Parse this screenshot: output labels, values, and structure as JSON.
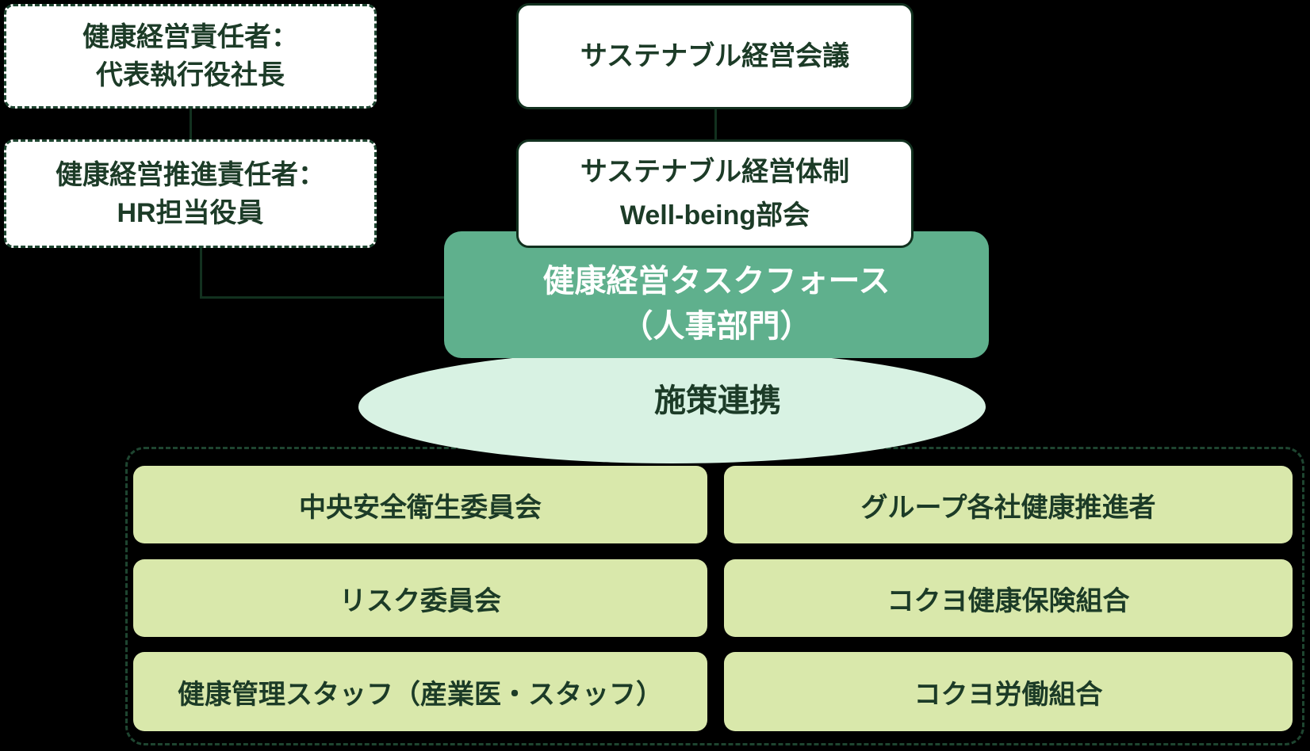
{
  "colors": {
    "background": "#000000",
    "line_and_border": "#12311F",
    "dashed_border": "#1E4530",
    "text_dark_green": "#1C3B27",
    "taskforce_fill": "#5FB08D",
    "taskforce_text": "#FFFFFF",
    "ellipse_fill": "#D8F2E3",
    "partner_box_fill": "#D9E8AB",
    "leader_box_fill": "#FFFFFF"
  },
  "leaders": {
    "health_officer": {
      "line1": "健康経営責任者：",
      "line2": "代表執行役社長"
    },
    "health_promoter": {
      "line1": "健康経営推進責任者：",
      "line2": "HR担当役員"
    }
  },
  "governance": {
    "sustainable_meeting": {
      "line1": "サステナブル経営会議"
    },
    "wellbeing_subcommittee": {
      "line1": "サステナブル経営体制",
      "line2": "Well-being部会"
    }
  },
  "taskforce": {
    "line1": "健康経営タスクフォース",
    "line2": "（人事部門）"
  },
  "ellipse": {
    "label": "施策連携"
  },
  "partners": {
    "left": [
      "中央安全衛生委員会",
      "リスク委員会",
      "健康管理スタッフ（産業医・スタッフ）"
    ],
    "right": [
      "グループ各社健康推進者",
      "コクヨ健康保険組合",
      "コクヨ労働組合"
    ]
  }
}
